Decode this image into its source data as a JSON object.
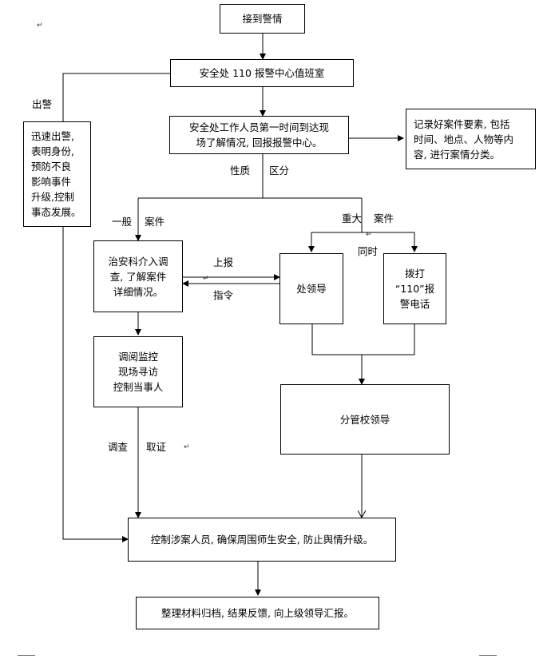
{
  "nodes": {
    "receive_alarm": "接到警情",
    "duty_room": "安全处 110 报警中心值班室",
    "dispatch": [
      "迅速出警,",
      "表明身份,",
      "预防不良",
      "影响事件",
      "升级,控制",
      "事态发展。"
    ],
    "site_staff": [
      "安全处工作人员第一时间到达现",
      "场了解情况, 回报报警中心。"
    ],
    "record": [
      "记录好案件要素, 包括",
      "时间、地点、人物等内",
      "容, 进行案情分类。"
    ],
    "security_section": [
      "治安科介入调",
      "查, 了解案件",
      "详细情况。"
    ],
    "dept_leader": "处领导",
    "call_110": [
      "拨打",
      "“110”报",
      "警电话"
    ],
    "monitor": [
      "调阅监控",
      "现场寻访",
      "控制当事人"
    ],
    "school_leader": "分管校领导",
    "control": "控制涉案人员, 确保周围师生安全, 防止舆情升级。",
    "archive": "整理材料归档, 结果反馈, 向上级领导汇报。"
  },
  "labels": {
    "dispatch_out": "出警",
    "nature": "性质",
    "distinguish": "区分",
    "ordinary": "一般",
    "case_a": "案件",
    "major": "重大",
    "case_b": "案件",
    "report_up": "上报",
    "instruction": "指令",
    "simultaneous": "同时",
    "investigate": "调查",
    "evidence": "取证"
  },
  "paragraph_mark": "↵"
}
